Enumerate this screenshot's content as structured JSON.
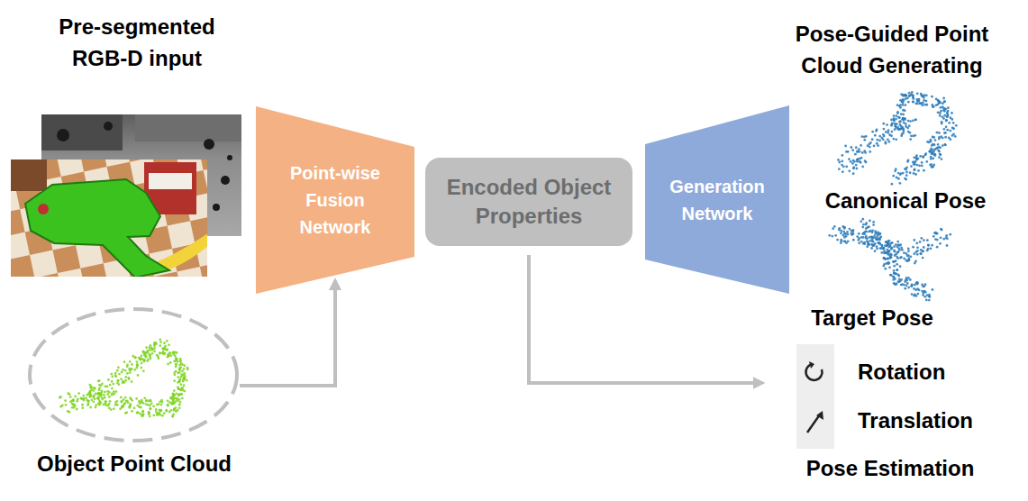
{
  "diagram": {
    "nodes": [
      {
        "text": [
          "Point-wise Fusion Network"
        ]
      },
      {
        "text": [
          "Encoded Object Properties"
        ]
      },
      {
        "text": [
          "Generation Network"
        ]
      },
      {
        "text": [
          "Object Point Cloud"
        ]
      },
      {
        "text": [
          "Rotation",
          "Translation",
          "Pose Estimation"
        ]
      }
    ],
    "edges": [
      {
        "from": 3,
        "to": 0,
        "arrow": "to"
      },
      {
        "from": 1,
        "to": 4,
        "arrow": "to"
      }
    ],
    "labels": [
      "Pre-segmented RGB-D input",
      "Pose-Guided Point Cloud Generating",
      "Canonical Pose",
      "Target Pose"
    ]
  }
}
